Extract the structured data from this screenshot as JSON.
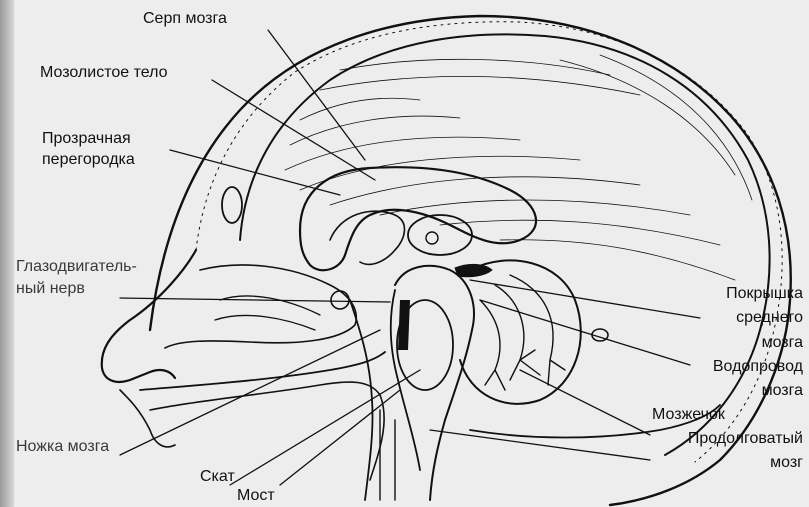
{
  "labels": {
    "serp": "Серп мозга",
    "mozolistoe": "Мозолистое тело",
    "prozrachnaya_1": "Прозрачная",
    "prozrachnaya_2": "перегородка",
    "glazodvigatel_1": "Глазодвигатель-",
    "glazodvigatel_2": "ный нерв",
    "nozhka": "Ножка мозга",
    "skat": "Скат",
    "most": "Мост",
    "pokryshka_1": "Покрышка",
    "pokryshka_2": "среднего",
    "pokryshka_3": "мозга",
    "vodoprovod_1": "Водопровод",
    "vodoprovod_2": "мозга",
    "mozzhechok": "Мозжечок",
    "prodolgovaty_1": "Продолговатый",
    "prodolgovaty_2": "мозг"
  },
  "colors": {
    "ink": "#111111",
    "paper": "#ededed"
  }
}
